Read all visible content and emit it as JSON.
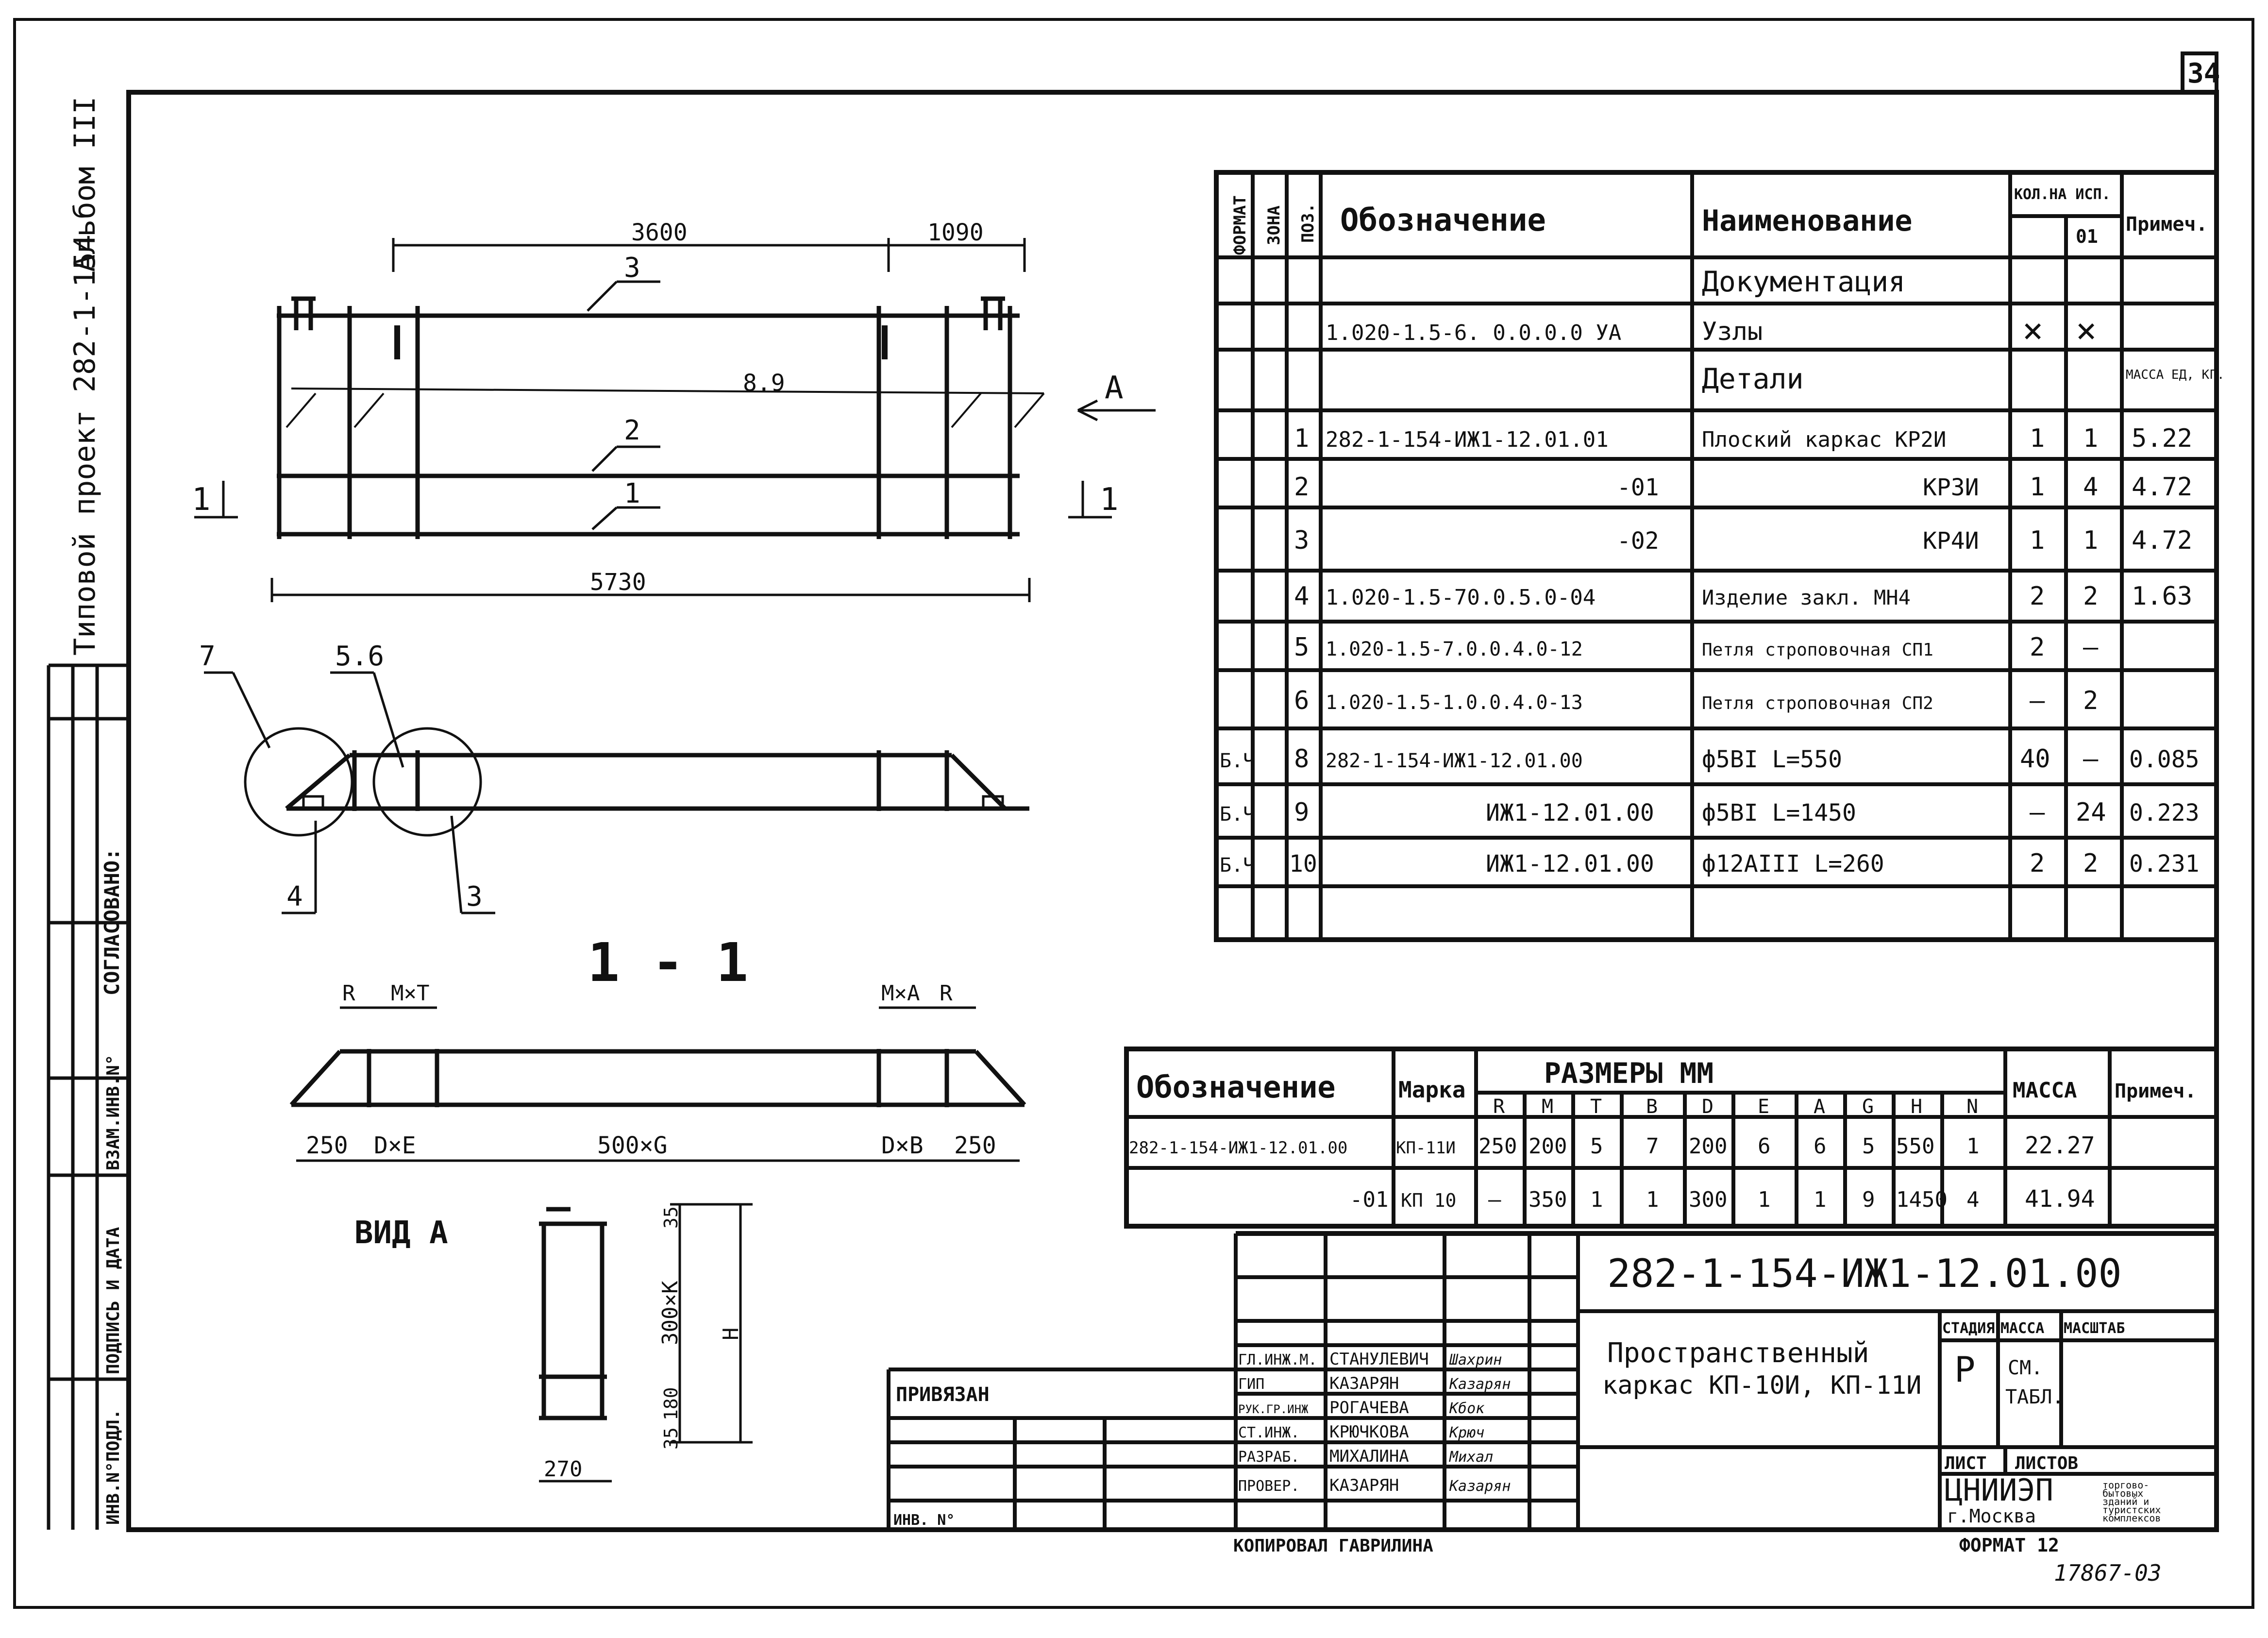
{
  "sheet": {
    "number": "34",
    "side_project": "Типовой проект 282-1-154",
    "side_album": "Альбом III",
    "agreed_label": "СОГЛАСОВАНО:",
    "inv_subs": "ИНВ.N°ПОДЛ.",
    "sign_date": "ПОДПИСЬ И ДАТА",
    "replace_inv": "ВЗАМ.ИНВ.N°"
  },
  "plan": {
    "dim_top_left": "3600",
    "dim_top_right": "1090",
    "dim_bottom": "5730",
    "dim_inner": "8.9",
    "pos_3": "3",
    "pos_2": "2",
    "pos_1": "1",
    "cut_left": "1",
    "cut_right": "1",
    "view_arrow": "А"
  },
  "elevation": {
    "label_7": "7",
    "label_56": "5.6",
    "label_4": "4",
    "label_3": "3"
  },
  "section": {
    "title": "1 - 1",
    "lbl_r_left": "R",
    "lbl_mt": "M×T",
    "lbl_ma": "M×A",
    "lbl_r_right": "R",
    "dim_250_left": "250",
    "dim_dxe": "D×E",
    "dim_500g": "500×G",
    "dim_dxb": "D×B",
    "dim_250_right": "250"
  },
  "view_a": {
    "title": "ВИД А",
    "dim_35_top": "35",
    "dim_300k": "300×K",
    "dim_h": "H",
    "dim_180": "180",
    "dim_35_bot": "35",
    "dim_270": "270"
  },
  "spec": {
    "headers": {
      "format": "ФОРМАТ",
      "zone": "ЗОНА",
      "pos": "ПОЗ.",
      "designation": "Обозначение",
      "name": "Наименование",
      "qty": "КОЛ.НА ИСП.",
      "qty_01": "01",
      "note": "Примеч."
    },
    "rows": [
      {
        "format": "",
        "pos": "",
        "designation": "",
        "name": "Документация",
        "q1": "",
        "q2": "",
        "note": ""
      },
      {
        "format": "",
        "pos": "",
        "designation": "1.020-1.5-6. 0.0.0.0 УА",
        "name": "Узлы",
        "q1": "×",
        "q2": "×",
        "note": ""
      },
      {
        "format": "",
        "pos": "",
        "designation": "",
        "name": "Детали",
        "q1": "",
        "q2": "",
        "note": "МАССА ЕД, КГ."
      },
      {
        "format": "",
        "pos": "1",
        "designation": "282-1-154-ИЖ1-12.01.01",
        "name": "Плоский каркас КР2И",
        "q1": "1",
        "q2": "1",
        "note": "5.22"
      },
      {
        "format": "",
        "pos": "2",
        "designation": "-01",
        "name": "КР3И",
        "q1": "1",
        "q2": "4",
        "note": "4.72"
      },
      {
        "format": "",
        "pos": "3",
        "designation": "-02",
        "name": "КР4И",
        "q1": "1",
        "q2": "1",
        "note": "4.72"
      },
      {
        "format": "",
        "pos": "4",
        "designation": "1.020-1.5-70.0.5.0-04",
        "name": "Изделие закл. МН4",
        "q1": "2",
        "q2": "2",
        "note": "1.63"
      },
      {
        "format": "",
        "pos": "5",
        "designation": "1.020-1.5-7.0.0.4.0-12",
        "name": "Петля строповочная СП1",
        "q1": "2",
        "q2": "—",
        "note": ""
      },
      {
        "format": "",
        "pos": "6",
        "designation": "1.020-1.5-1.0.0.4.0-13",
        "name": "Петля строповочная СП2",
        "q1": "—",
        "q2": "2",
        "note": ""
      },
      {
        "format": "Б.Ч",
        "pos": "8",
        "designation": "282-1-154-ИЖ1-12.01.00",
        "name": "ф5ВI L=550",
        "q1": "40",
        "q2": "—",
        "note": "0.085"
      },
      {
        "format": "Б.Ч",
        "pos": "9",
        "designation": "ИЖ1-12.01.00",
        "name": "ф5ВI L=1450",
        "q1": "—",
        "q2": "24",
        "note": "0.223"
      },
      {
        "format": "Б.Ч",
        "pos": "10",
        "designation": "ИЖ1-12.01.00",
        "name": "ф12АIII L=260",
        "q1": "2",
        "q2": "2",
        "note": "0.231"
      },
      {
        "format": "",
        "pos": "",
        "designation": "",
        "name": "",
        "q1": "",
        "q2": "",
        "note": ""
      }
    ]
  },
  "sizes": {
    "headers": {
      "designation": "Обозначение",
      "mark": "Марка",
      "dims": "РАЗМЕРЫ ММ",
      "mass": "МАССА",
      "note": "Примеч."
    },
    "letters": [
      "R",
      "M",
      "T",
      "B",
      "D",
      "E",
      "A",
      "G",
      "H",
      "N"
    ],
    "rows": [
      {
        "designation": "282-1-154-ИЖ1-12.01.00",
        "mark": "КП-11И",
        "vals": [
          "250",
          "200",
          "5",
          "7",
          "200",
          "6",
          "6",
          "5",
          "550",
          "1"
        ],
        "mass": "22.27",
        "note": ""
      },
      {
        "designation": "-01",
        "mark": "КП 10",
        "vals": [
          "—",
          "350",
          "1",
          "1",
          "300",
          "1",
          "1",
          "9",
          "1450",
          "4"
        ],
        "mass": "41.94",
        "note": ""
      }
    ]
  },
  "title_block": {
    "code": "282-1-154-ИЖ1-12.01.00",
    "name_line1": "Пространственный",
    "name_line2": "каркас КП-10И, КП-11И",
    "stage_label": "СТАДИЯ",
    "mass_label": "МАССА",
    "scale_label": "МАСШТАБ",
    "stage": "Р",
    "mass_val1": "СМ.",
    "mass_val2": "ТАБЛ.",
    "sheet_label": "ЛИСТ",
    "sheets_label": "ЛИСТОВ",
    "org": "ЦНИИЭП",
    "org_city": "г.Москва",
    "org_desc": [
      "торгово-",
      "бытовых",
      "зданий и",
      "туристских",
      "комплексов"
    ],
    "bound": "ПРИВЯЗАН",
    "inv_no": "ИНВ. N°",
    "copied": "КОПИРОВАЛ ГАВРИЛИНА",
    "format": "ФОРМАТ 12",
    "stamp": "17867-03",
    "roles": [
      {
        "role": "ГЛ.ИНЖ.М.",
        "name": "СТАНУЛЕВИЧ",
        "sign": "Шахрин"
      },
      {
        "role": "ГИП",
        "name": "КАЗАРЯН",
        "sign": "Казарян"
      },
      {
        "role": "РУК.ГР.ИНЖ",
        "name": "РОГАЧЕВА",
        "sign": "Кбок"
      },
      {
        "role": "СТ.ИНЖ.",
        "name": "КРЮЧКОВА",
        "sign": "Крюч"
      },
      {
        "role": "РАЗРАБ.",
        "name": "МИХАЛИНА",
        "sign": "Михал"
      },
      {
        "role": "ПРОВЕР.",
        "name": "КАЗАРЯН",
        "sign": "Казарян"
      }
    ]
  }
}
